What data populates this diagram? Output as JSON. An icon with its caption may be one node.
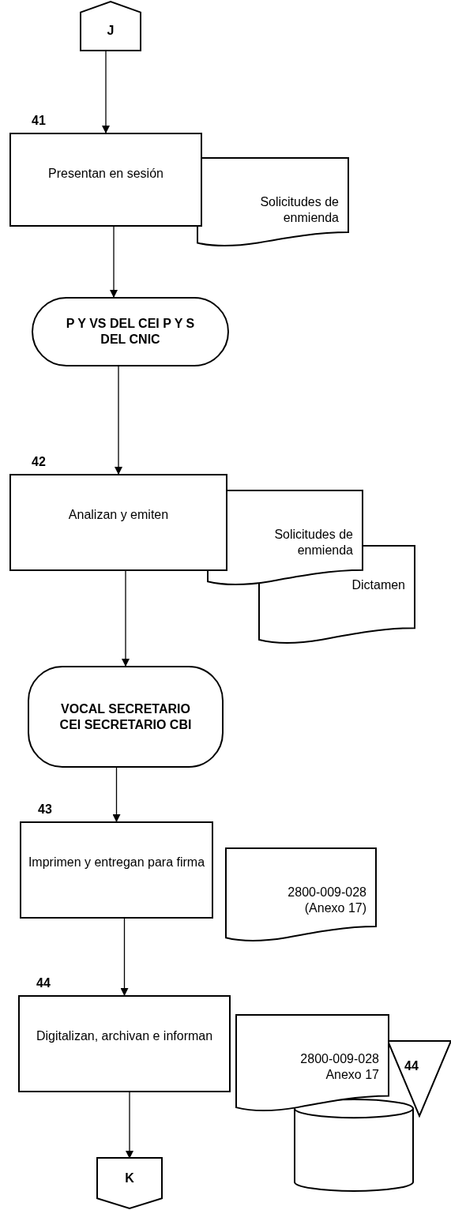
{
  "diagram": {
    "nodes": [
      {
        "text": [
          "J"
        ]
      },
      {
        "text": [
          "Presentan en sesión"
        ],
        "beside": [
          "41"
        ]
      },
      {
        "text": [
          "Solicitudes de enmienda"
        ]
      },
      {
        "text": [
          "P Y VS DEL CEI P Y S DEL CNIC"
        ]
      },
      {
        "text": [
          "Analizan y emiten"
        ],
        "beside": [
          "42"
        ]
      },
      {
        "text": [
          "Solicitudes de enmienda"
        ]
      },
      {
        "text": [
          "Dictamen"
        ]
      },
      {
        "text": [
          "VOCAL SECRETARIO CEI SECRETARIO CBI"
        ]
      },
      {
        "text": [
          "Imprimen y entregan para firma"
        ],
        "beside": [
          "43"
        ]
      },
      {
        "text": [
          "2800-009-028 (Anexo 17)"
        ]
      },
      {
        "text": [
          "Digitalizan, archivan e informan"
        ],
        "beside": [
          "44"
        ]
      },
      {
        "text": [
          "2800-009-028 Anexo 17"
        ]
      },
      {
        "text": [
          "44"
        ]
      },
      {
        "text": [],
        "shape": "cylinder"
      },
      {
        "text": [
          "K"
        ]
      }
    ],
    "edges": [
      {
        "from": 0,
        "to": 1,
        "arrow": "to"
      },
      {
        "from": 1,
        "to": 3,
        "arrow": "to"
      },
      {
        "from": 3,
        "to": 4,
        "arrow": "to"
      },
      {
        "from": 4,
        "to": 7,
        "arrow": "to"
      },
      {
        "from": 7,
        "to": 8,
        "arrow": "to"
      },
      {
        "from": 8,
        "to": 10,
        "arrow": "to"
      },
      {
        "from": 10,
        "to": 14,
        "arrow": "to"
      }
    ]
  }
}
